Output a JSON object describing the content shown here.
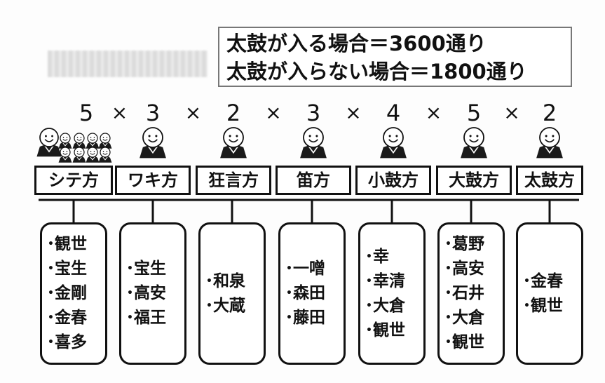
{
  "summary": {
    "with_taiko": "太鼓が入る場合＝3600通り",
    "without_taiko": "太鼓が入らない場合＝1800通り"
  },
  "operator": "×",
  "bullet": "•",
  "columns": [
    {
      "label": "シテ方",
      "count": "5",
      "schools": [
        "観世",
        "宝生",
        "金剛",
        "金春",
        "喜多"
      ]
    },
    {
      "label": "ワキ方",
      "count": "3",
      "schools": [
        "宝生",
        "高安",
        "福王"
      ]
    },
    {
      "label": "狂言方",
      "count": "2",
      "schools": [
        "和泉",
        "大蔵"
      ]
    },
    {
      "label": "笛方",
      "count": "3",
      "schools": [
        "一噌",
        "森田",
        "藤田"
      ]
    },
    {
      "label": "小鼓方",
      "count": "4",
      "schools": [
        "幸",
        "幸清",
        "大倉",
        "観世"
      ]
    },
    {
      "label": "大鼓方",
      "count": "5",
      "schools": [
        "葛野",
        "高安",
        "石井",
        "大倉",
        "観世"
      ]
    },
    {
      "label": "太鼓方",
      "count": "2",
      "schools": [
        "金春",
        "観世"
      ]
    }
  ]
}
